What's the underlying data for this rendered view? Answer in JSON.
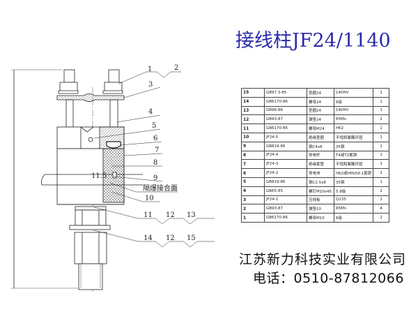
{
  "title": "接线柱JF24/1140",
  "company": "江苏新力科技实业有限公司",
  "phone": "电话：0510-87812066",
  "drawing": {
    "callouts": [
      "1",
      "2",
      "3",
      "4",
      "5",
      "6",
      "7",
      "8",
      "9",
      "10",
      "11",
      "12",
      "13",
      "14",
      "12",
      "15"
    ],
    "dimension": "11.5",
    "interface_label": "隔爆接合面"
  },
  "parts_table": [
    [
      "15",
      "GB97.3-85",
      "垫圈24",
      "140HV",
      "1"
    ],
    [
      "14",
      "GB6170-86",
      "螺母24",
      "6级",
      "1"
    ],
    [
      "13",
      "GB96-86",
      "垫圈24",
      "140HV",
      "1"
    ],
    [
      "12",
      "GB93-87",
      "弹垫24",
      "65Mn",
      "2"
    ],
    [
      "11",
      "GB6170-86",
      "螺母M24",
      "H62",
      "1"
    ],
    [
      "10",
      "JF24-5",
      "绝缘垫圈",
      "不饱和聚酯环层",
      "1"
    ],
    [
      "9",
      "GB819-86",
      "钢C4x8",
      "35钢",
      "1"
    ],
    [
      "8",
      "JF24-4",
      "导电杆",
      "T4或T2紫铜",
      "1"
    ],
    [
      "7",
      "JF24-3",
      "绝缘套管",
      "不饱和聚酯环层",
      "1"
    ],
    [
      "6",
      "JF24-2",
      "导电块",
      "H62或HPb59-1黄铜",
      "1"
    ],
    [
      "5",
      "GB819-86",
      "钢C2.5x8",
      "35钢",
      "1"
    ],
    [
      "4",
      "GB65-85",
      "螺钉M10x45",
      "5.8级",
      "2"
    ],
    [
      "3",
      "JF24-1",
      "压线板",
      "Q235",
      "1"
    ],
    [
      "2",
      "GB93-87",
      "弹垫10",
      "65Mn",
      "4"
    ],
    [
      "1",
      "GB6170-86",
      "螺母M10",
      "6级",
      "2"
    ]
  ]
}
